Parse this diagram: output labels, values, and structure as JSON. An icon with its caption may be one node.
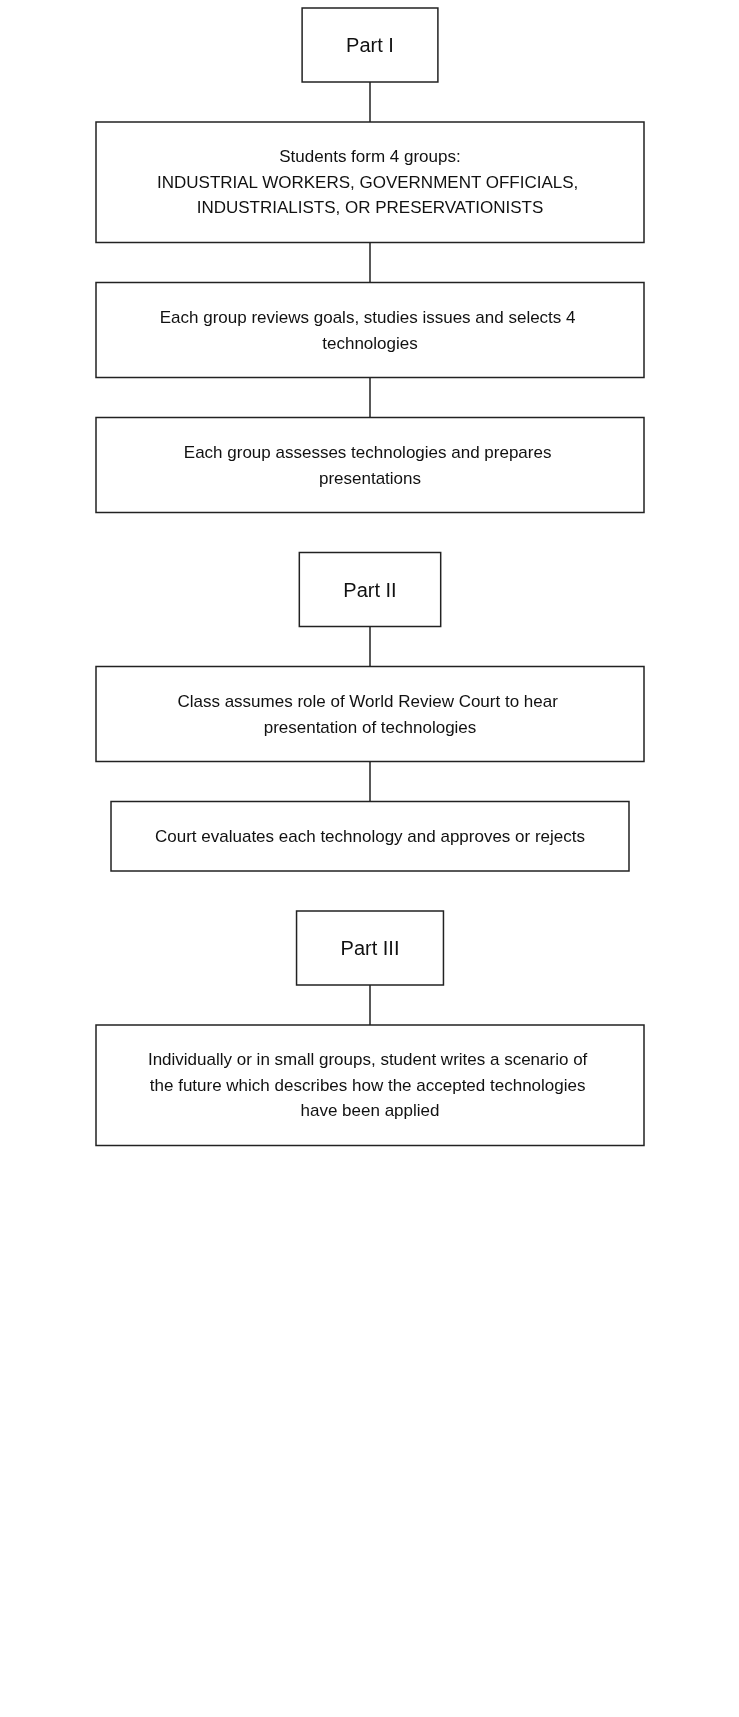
{
  "diagram": {
    "nodes": [
      {
        "text": [
          "Part I"
        ]
      },
      {
        "text": [
          "Students form 4 groups:",
          "INDUSTRIAL WORKERS, GOVERNMENT OFFICIALS, INDUSTRIALISTS, OR PRESERVATIONISTS"
        ]
      },
      {
        "text": [
          "Each group reviews goals, studies issues and selects 4 technologies"
        ]
      },
      {
        "text": [
          "Each group assesses technologies and prepares presentations"
        ]
      },
      {
        "text": [
          "Part II"
        ]
      },
      {
        "text": [
          "Class assumes role of World Review Court to hear presentation of technologies"
        ]
      },
      {
        "text": [
          "Court evaluates each technology and approves or rejects"
        ]
      },
      {
        "text": [
          "Part III"
        ]
      },
      {
        "text": [
          "Individually or in small groups, student writes a scenario of the future which describes how the accepted technologies have been applied"
        ]
      }
    ],
    "edges": [
      {
        "from": 0,
        "to": 1,
        "arrow": "none"
      },
      {
        "from": 1,
        "to": 2,
        "arrow": "none"
      },
      {
        "from": 2,
        "to": 3,
        "arrow": "none"
      },
      {
        "from": 4,
        "to": 5,
        "arrow": "none"
      },
      {
        "from": 5,
        "to": 6,
        "arrow": "none"
      },
      {
        "from": 7,
        "to": 8,
        "arrow": "none"
      }
    ]
  }
}
